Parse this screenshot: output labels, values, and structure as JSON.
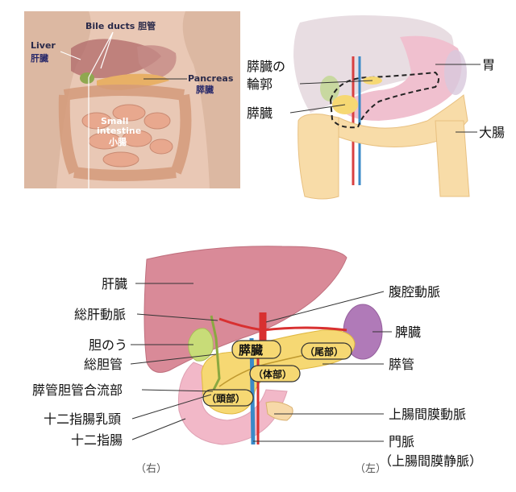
{
  "photo_panel": {
    "labels": {
      "bile_ducts": "Bile ducts 胆管",
      "liver_en": "Liver",
      "liver_jp": "肝臓",
      "pancreas_en": "Pancreas",
      "pancreas_jp": "膵臓",
      "small_intestine_en1": "Small",
      "small_intestine_en2": "intestine",
      "small_intestine_jp": "小腸"
    }
  },
  "stomach_panel": {
    "labels": {
      "pancreas_outline_1": "膵臓の",
      "pancreas_outline_2": "輪郭",
      "pancreas": "膵臓",
      "stomach": "胃",
      "large_intestine": "大腸"
    }
  },
  "main_panel": {
    "left_labels": {
      "liver": "肝臓",
      "common_hepatic_artery": "総肝動脈",
      "gallbladder": "胆のう",
      "common_bile_duct": "総胆管",
      "pancreaticobiliary_junction": "膵管胆管合流部",
      "duodenal_papilla": "十二指腸乳頭",
      "duodenum": "十二指腸"
    },
    "right_labels": {
      "celiac_artery": "腹腔動脈",
      "spleen": "脾臓",
      "pancreatic_duct": "膵管",
      "superior_mesenteric_artery": "上腸間膜動脈",
      "portal_vein": "門脈",
      "superior_mesenteric_vein": "（上腸間膜静脈）"
    },
    "organ_labels": {
      "pancreas": "膵臓",
      "tail": "（尾部）",
      "body": "（体部）",
      "head": "（頭部）"
    },
    "direction_labels": {
      "right": "（右）",
      "left": "（左）"
    }
  },
  "colors": {
    "liver": "#d98a98",
    "pancreas": "#f6d873",
    "gallbladder": "#c8dc78",
    "spleen": "#b07ab8",
    "artery": "#d83030",
    "vein": "#3a8ac8",
    "duodenum": "#f2b8c8",
    "intestine": "#f7d9a8"
  }
}
